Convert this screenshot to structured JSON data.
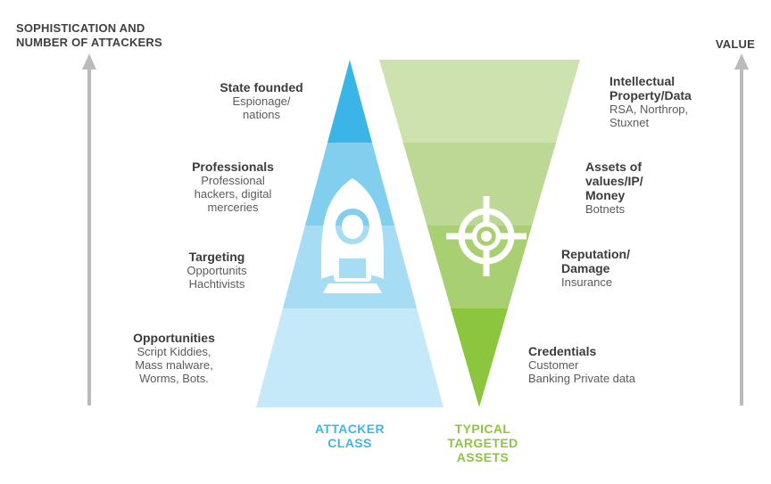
{
  "axes": {
    "left_label": "SOPHISTICATION AND\nNUMBER OF ATTACKERS",
    "right_label": "VALUE",
    "arrow_color": "#BBBBBB"
  },
  "attacker": {
    "caption": "ATTACKER\nCLASS",
    "caption_color": "#3DB6E8",
    "icon": "hooded-hacker-icon",
    "tiers": [
      {
        "title": "State founded",
        "desc": "Espionage/\nnations",
        "band_color": "#3BB5E7"
      },
      {
        "title": "Professionals",
        "desc": "Professional\nhackers, digital\nmerceries",
        "band_color": "#82CEEF"
      },
      {
        "title": "Targeting",
        "desc": "Opportunits\nHachtivists",
        "band_color": "#A6DCF4"
      },
      {
        "title": "Opportunities",
        "desc": "Script Kiddies,\nMass malware,\nWorms, Bots.",
        "band_color": "#C6E9F9"
      }
    ]
  },
  "assets": {
    "caption": "TYPICAL\nTARGETED\nASSETS",
    "caption_color": "#8CC63F",
    "icon": "crosshair-target-icon",
    "tiers": [
      {
        "title": "Intellectual\nProperty/Data",
        "desc": "RSA, Northrop,\nStuxnet",
        "band_color": "#CEE2AF"
      },
      {
        "title": "Assets of\nvalues/IP/\nMoney",
        "desc": "Botnets",
        "band_color": "#BDD794"
      },
      {
        "title": "Reputation/\nDamage",
        "desc": "Insurance",
        "band_color": "#A9CF73"
      },
      {
        "title": "Credentials",
        "desc": "Customer\nBanking Private data",
        "band_color": "#8CC63F"
      }
    ]
  }
}
